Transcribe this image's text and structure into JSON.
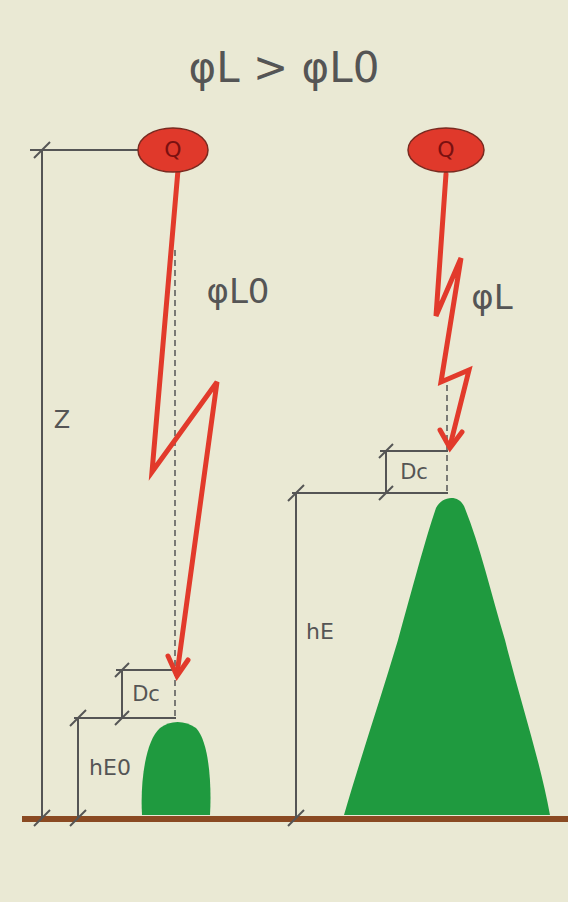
{
  "diagram": {
    "title": "φL > φL0",
    "nodes": [
      {
        "text": [
          "Q"
        ]
      },
      {
        "text": [
          "Q"
        ]
      }
    ],
    "labels": [
      "φL0",
      "φL",
      "Z",
      "Dc",
      "hE0",
      "Dc",
      "hE"
    ]
  }
}
